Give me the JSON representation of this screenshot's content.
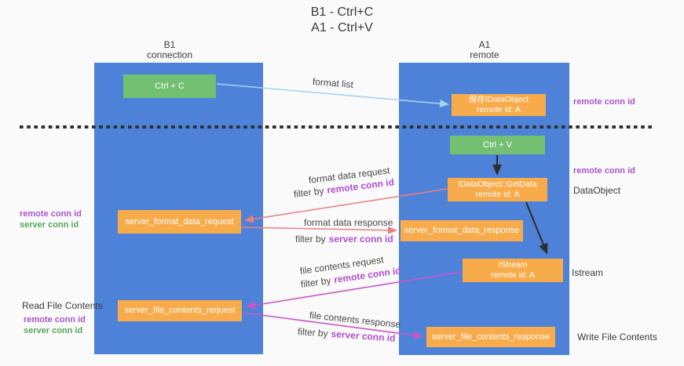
{
  "title": {
    "line1": "B1 - Ctrl+C",
    "line2": "A1 - Ctrl+V"
  },
  "lifelines": {
    "left": {
      "name": "B1",
      "role": "connection"
    },
    "right": {
      "name": "A1",
      "role": "remote"
    }
  },
  "boxes": {
    "ctrl_c": {
      "label": "Ctrl + C"
    },
    "save_idataobject": {
      "line1": "保存IDataObject",
      "line2": "remote id: A"
    },
    "ctrl_v": {
      "label": "Ctrl + V"
    },
    "idataobject_getdata": {
      "line1": "IDataObject::GetData",
      "line2": "remote id: A"
    },
    "server_format_data_request": {
      "label": "server_format_data_request"
    },
    "server_format_data_response": {
      "label": "server_format_data_response"
    },
    "istream": {
      "line1": "IStream",
      "line2": "remote id: A"
    },
    "server_file_contents_request": {
      "label": "server_file_contents_request"
    },
    "server_file_contents_response": {
      "label": "server_file_contents_response"
    }
  },
  "arrows": {
    "format_list": {
      "label": "format list"
    },
    "format_data_request": {
      "label": "format data request",
      "filter_prefix": "filter by",
      "filter_key": "remote conn id"
    },
    "format_data_response": {
      "label": "format data response",
      "filter_prefix": "filter by",
      "filter_key": "server conn id"
    },
    "file_contents_request": {
      "label": "file contents request",
      "filter_prefix": "filter by",
      "filter_key": "remote conn id"
    },
    "file_contents_response": {
      "label": "file contents response",
      "filter_prefix": "filter by",
      "filter_key": "server conn id"
    }
  },
  "right_labels": {
    "remote_conn_top": "remote conn id",
    "remote_conn_mid": "remote conn id",
    "dataobject": "DataObject",
    "istream": "Istream",
    "write_file_contents": "Write File Contents"
  },
  "left_labels": {
    "remote_conn_1": "remote conn id",
    "server_conn_1": "server conn id",
    "read_file_contents": "Read File Contents",
    "remote_conn_2": "remote conn id",
    "server_conn_2": "server conn id"
  },
  "colors": {
    "column_blue": "#4e82d8",
    "box_orange": "#f8ab4a",
    "box_green": "#74c073",
    "arrow_light_blue": "#a6d3f3",
    "arrow_salmon": "#e88080",
    "arrow_magenta": "#cb55c8",
    "arrow_black": "#2f2f2f",
    "conn_id_purple": "#a855cc",
    "conn_id_green": "#56a85c"
  }
}
